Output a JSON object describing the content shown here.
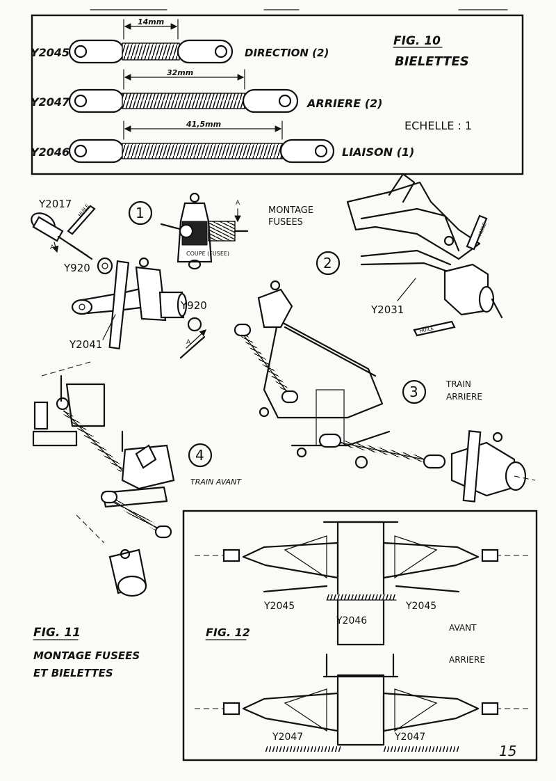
{
  "fig10": {
    "title": "FIG. 10",
    "subtitle": "BIELETTES",
    "scale": "ECHELLE : 1",
    "links": [
      {
        "ref": "Y2045",
        "dimension": "14mm",
        "name": "DIRECTION (2)"
      },
      {
        "ref": "Y2047",
        "dimension": "32mm",
        "name": "ARRIERE (2)"
      },
      {
        "ref": "Y2046",
        "dimension": "41,5mm",
        "name": "LIAISON (1)"
      }
    ]
  },
  "fig11": {
    "title": "FIG. 11",
    "caption_line1": "MONTAGE FUSEES",
    "caption_line2": "ET BIELETTES",
    "montage_label_line1": "MONTAGE",
    "montage_label_line2": "FUSEES",
    "coupe_label": "COUPE (FUSEE)",
    "huile": "HUILE",
    "arrow_label": "A",
    "steps": [
      "1",
      "2",
      "3",
      "4"
    ],
    "parts": {
      "p1": "Y2017",
      "p2": "Y920",
      "p3": "Y920",
      "p4": "Y2041",
      "p5": "Y2031"
    },
    "train_arriere_line1": "TRAIN",
    "train_arriere_line2": "ARRIERE",
    "train_avant": "TRAIN AVANT"
  },
  "fig12": {
    "title": "FIG. 12",
    "avant": "AVANT",
    "arriere": "ARRIERE",
    "labels": {
      "front_left": "Y2045",
      "front_center": "Y2046",
      "front_right": "Y2045",
      "rear_left": "Y2047",
      "rear_right": "Y2047"
    }
  },
  "page_number": "15"
}
